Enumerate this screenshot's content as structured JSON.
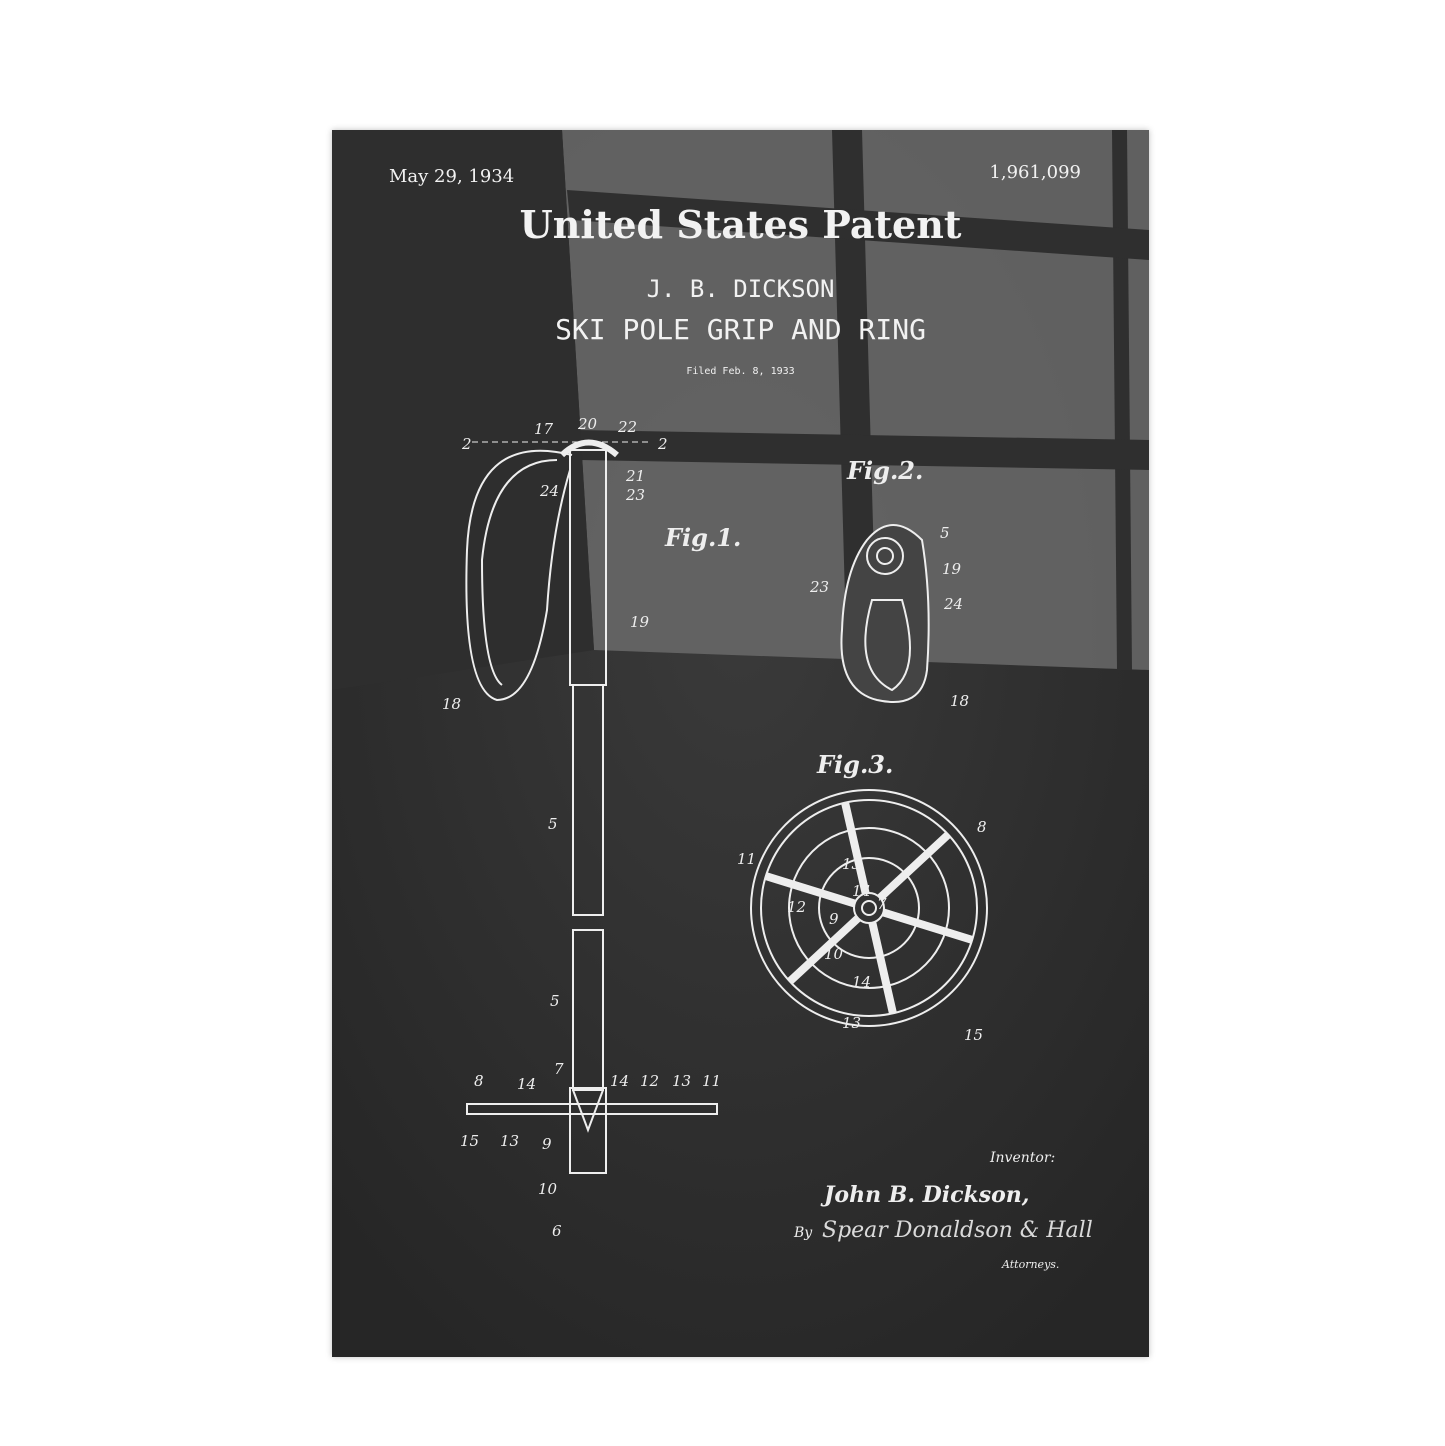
{
  "header": {
    "date": "May 29, 1934",
    "patent_number": "1,961,099",
    "title": "United States Patent",
    "inventor_short": "J. B. DICKSON",
    "subject": "SKI POLE GRIP AND RING",
    "filed": "Filed Feb. 8, 1933"
  },
  "figures": {
    "fig1": "Fig.1.",
    "fig2": "Fig.2.",
    "fig3": "Fig.3."
  },
  "labels": {
    "fig1": [
      "2",
      "17",
      "20",
      "22",
      "2",
      "21",
      "23",
      "24",
      "19",
      "18",
      "5",
      "5",
      "8",
      "14",
      "7",
      "14",
      "12",
      "13",
      "11",
      "15",
      "13",
      "9",
      "10",
      "6"
    ],
    "fig2": [
      "5",
      "19",
      "23",
      "24",
      "18"
    ],
    "fig3": [
      "8",
      "11",
      "13",
      "14",
      "7",
      "12",
      "9",
      "10",
      "14",
      "13",
      "15"
    ]
  },
  "signature": {
    "inventor_label": "Inventor:",
    "inventor_name": "John B. Dickson,",
    "by": "By",
    "attorneys_signature": "Spear Donaldson & Hall",
    "attorneys_label": "Attorneys."
  },
  "colors": {
    "board": "#2e2e2e",
    "chalk": "#f2f2f2",
    "light": "#6a6a6a"
  }
}
